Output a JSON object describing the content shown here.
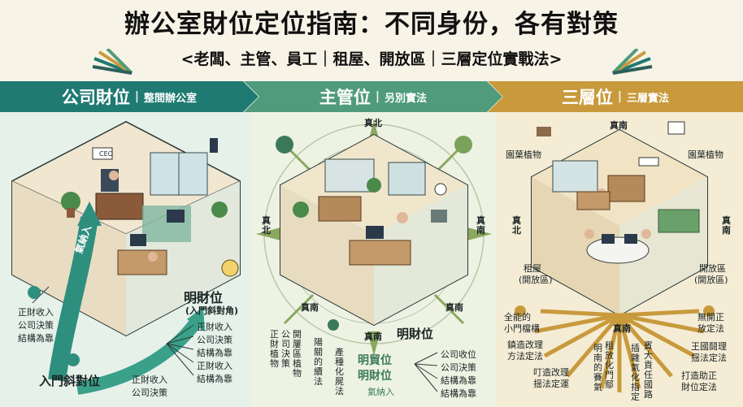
{
  "header": {
    "title": "辦公室財位定位指南：不同身份，各有對策",
    "subtitle": "<老闆、主管、員工｜租屋、開放區｜三層定位實戰法>"
  },
  "banners": [
    {
      "title": "公司財位",
      "sub": "整間辦公室"
    },
    {
      "title": "主管位",
      "sub": "叧別實法"
    },
    {
      "title": "三層位",
      "sub": "三層實法"
    }
  ],
  "colors": {
    "teal": "#1f7a72",
    "green": "#4f9b7b",
    "gold": "#c89a3c"
  },
  "panel1": {
    "ceo_sign": "CEO",
    "arrow_label": "氣納入",
    "ming_title": "明財位",
    "ming_sub": "(入門斜對角)",
    "ming_list": [
      "正財收入",
      "公司決策",
      "結構為靠",
      "正財收入",
      "結構為靠"
    ],
    "left_list": [
      "正財收入",
      "公司決策",
      "結構為靠"
    ],
    "entry_title": "入門斜對位",
    "entry_list": [
      "正財收入",
      "公司決策"
    ]
  },
  "panel2": {
    "dir_top": "真北",
    "dir_left": "真北",
    "dir_right": "真南",
    "dir_bl": "真南",
    "dir_br": "真南",
    "dir_bottom": "真南",
    "vert": [
      "正財植物",
      "公司決策",
      "開屢區植物",
      "陽關的續法",
      "產種化屍法"
    ],
    "ming_title": "明財位",
    "hidden_1": "明貿位",
    "hidden_2": "明財位",
    "hidden_3": "氣納入",
    "right_list": [
      "公司收位",
      "公司決策",
      "結構為靠",
      "結構為靠"
    ]
  },
  "panel3": {
    "dir_top": "真南",
    "dir_left": "真北",
    "dir_right": "真南",
    "plant_left": "園葉植物",
    "plant_right": "園葉植物",
    "rent": "租屋",
    "rent_sub": "(開放區)",
    "open": "開放區",
    "open_sub": "(開放區)",
    "items_left": [
      [
        "全能的",
        "小門檔構"
      ],
      [
        "鎮造改理",
        "方法定法"
      ],
      [
        "叮造改理",
        "揺法定運"
      ]
    ],
    "vert": [
      "明南的賽氣",
      "租放化門鄢",
      "插雜氣化指定",
      "賓大貢任國路"
    ],
    "dir_bottom": "真南",
    "items_right": [
      [
        "無開正",
        "放定法"
      ],
      [
        "王國鬪理",
        "揺法定法"
      ],
      [
        "打造助正",
        "財位定法"
      ]
    ]
  }
}
